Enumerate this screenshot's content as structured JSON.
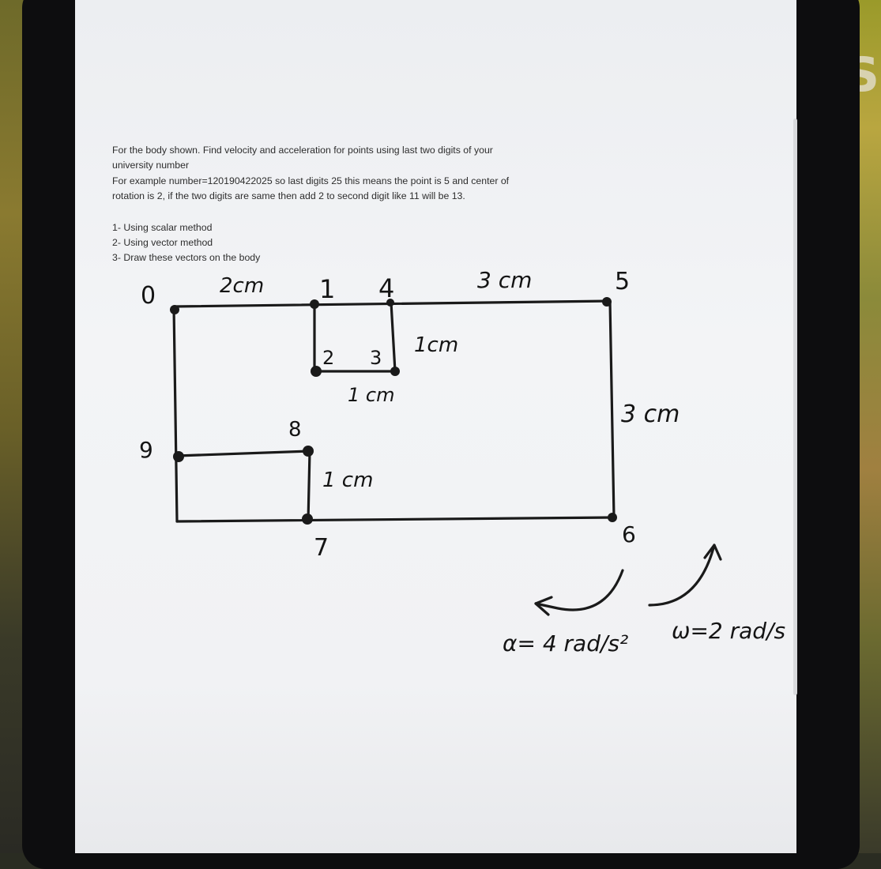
{
  "instructions": {
    "line1": "For the body shown. Find velocity and acceleration for points using last two digits of your",
    "line2": "university number",
    "line3": "For example number=120190422025 so last digits 25 this means the point is 5 and center of",
    "line4": "rotation is 2, if the two digits are same then add 2 to second digit like 11 will be 13."
  },
  "steps": [
    "1- Using scalar method",
    "2- Using vector method",
    "3- Draw these vectors on the body"
  ],
  "diagram": {
    "points": {
      "p0": "0",
      "p1": "1",
      "p2": "2",
      "p3": "3",
      "p4": "4",
      "p5": "5",
      "p6": "6",
      "p7": "7",
      "p8": "8",
      "p9": "9"
    },
    "dimensions": {
      "top_left": "2cm",
      "top_right": "3 cm",
      "inner_height": "1cm",
      "inner_width": "1 cm",
      "right_height": "3 cm",
      "lower_left_height": "1 cm"
    },
    "alpha_label": "α= 4 rad/s²",
    "omega_label": "ω=2 rad/s"
  },
  "background": {
    "edge_text": "S"
  },
  "colors": {
    "ink": "#141414",
    "paper": "#f1f2f4",
    "device": "#0d0d0f"
  }
}
